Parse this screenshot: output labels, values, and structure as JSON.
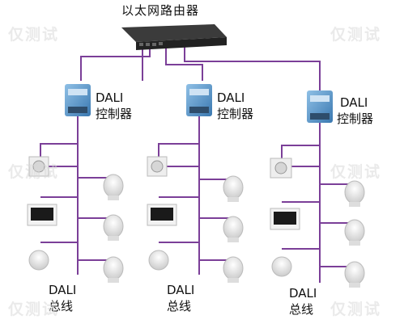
{
  "title": "以太网路由器",
  "router": {
    "icon": "router-icon"
  },
  "controllers": [
    {
      "label_line1": "DALI",
      "label_line2": "控制器"
    },
    {
      "label_line1": "DALI",
      "label_line2": "控制器"
    },
    {
      "label_line1": "DALI",
      "label_line2": "控制器"
    }
  ],
  "buses": [
    {
      "label_line1": "DALI",
      "label_line2": "总线"
    },
    {
      "label_line1": "DALI",
      "label_line2": "总线"
    },
    {
      "label_line1": "DALI",
      "label_line2": "总线"
    }
  ],
  "watermark": "仅测试",
  "colors": {
    "wire": "#7b3f98",
    "device": "#e8e8e8",
    "controller": "#4a8fc4"
  }
}
